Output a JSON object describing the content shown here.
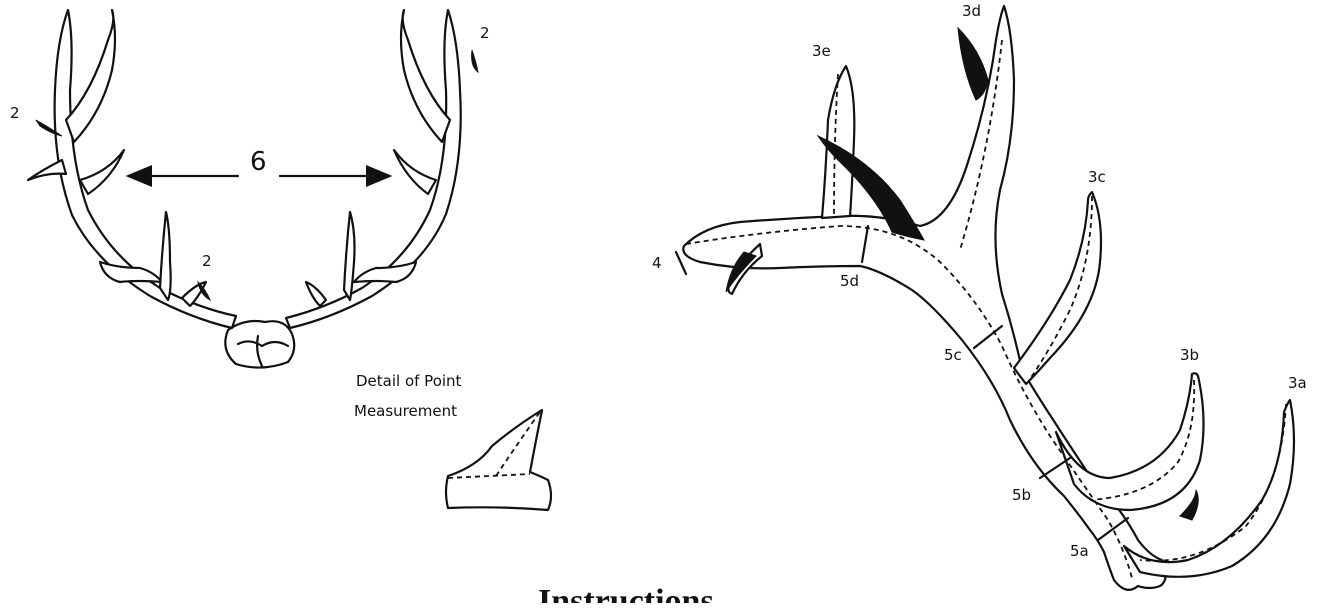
{
  "front_view": {
    "label_left_brow": "2",
    "label_right_top": "2",
    "label_center_point": "2",
    "spread_label": "6"
  },
  "detail": {
    "caption_line1": "Detail of Point",
    "caption_line2": "Measurement"
  },
  "side_view": {
    "labels": {
      "beam_length": "4",
      "point_3a": "3a",
      "point_3b": "3b",
      "point_3c": "3c",
      "point_3d": "3d",
      "point_3e": "3e",
      "circ_5a": "5a",
      "circ_5b": "5b",
      "circ_5c": "5c",
      "circ_5d": "5d"
    }
  },
  "heading": "Instructions"
}
